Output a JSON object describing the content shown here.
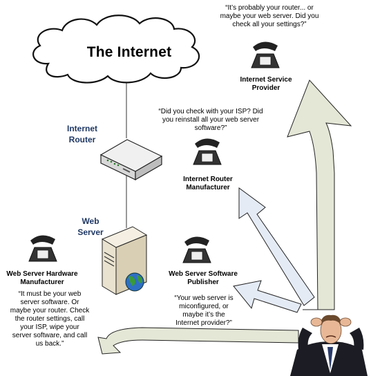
{
  "cloud": {
    "label": "The Internet"
  },
  "router": {
    "label_line1": "Internet",
    "label_line2": "Router"
  },
  "server": {
    "label_line1": "Web",
    "label_line2": "Server"
  },
  "contacts": [
    {
      "name_line1": "Internet Service",
      "name_line2": "Provider",
      "quote": [
        "“It’s probably your router... or",
        "maybe your web server. Did you",
        "check all your settings?”"
      ]
    },
    {
      "name_line1": "Internet Router",
      "name_line2": "Manufacturer",
      "quote": [
        "“Did you check with your ISP? Did",
        "you reinstall all your web server",
        "software?”"
      ]
    },
    {
      "name_line1": "Web Server Software",
      "name_line2": "Publisher",
      "quote": [
        "“Your web server is",
        "miconfigured, or",
        "maybe it’s the",
        "Internet provider?”"
      ]
    },
    {
      "name_line1": "Web Server Hardware",
      "name_line2": "Manufacturer",
      "quote": [
        "“It must be your web",
        "server software. Or",
        "maybe your router. Check",
        "the router settings, call",
        "your ISP, wipe your",
        "server software, and call",
        "us back.”"
      ]
    }
  ],
  "colors": {
    "arrow_green_fill": "#e4e7d6",
    "arrow_blue_fill": "#e5ebf5",
    "label_blue": "#1f3864"
  },
  "icons": [
    "cloud-icon",
    "router-icon",
    "server-icon",
    "globe-icon",
    "telephone-icon",
    "frustrated-person-icon"
  ]
}
